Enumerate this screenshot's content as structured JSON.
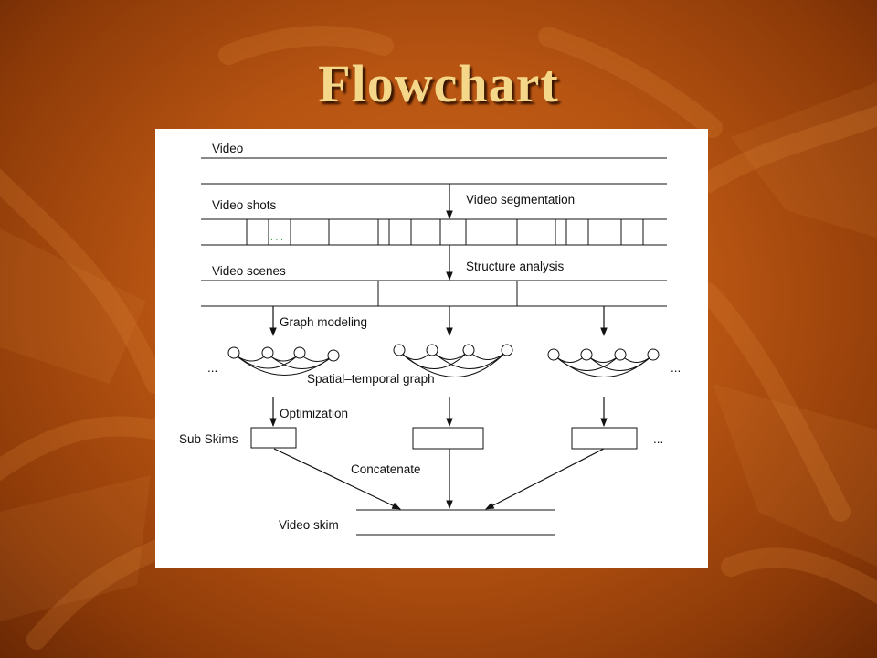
{
  "slide": {
    "title": "Flowchart"
  },
  "diagram": {
    "video_label": "Video",
    "video_shots_label": "Video shots",
    "video_segmentation_label": "Video segmentation",
    "video_scenes_label": "Video scenes",
    "structure_analysis_label": "Structure analysis",
    "graph_modeling_label": "Graph modeling",
    "spatial_temporal_graph_label": "Spatial–temporal graph",
    "optimization_label": "Optimization",
    "sub_skims_label": "Sub Skims",
    "concatenate_label": "Concatenate",
    "video_skim_label": "Video skim",
    "ellipsis": "...",
    "shot_ellipsis": ". . ."
  },
  "colors": {
    "background": "#b75412",
    "title": "#f5d78a",
    "figure_bg": "#ffffff",
    "ink": "#111111",
    "shot_dots": "#2e8b2e"
  }
}
